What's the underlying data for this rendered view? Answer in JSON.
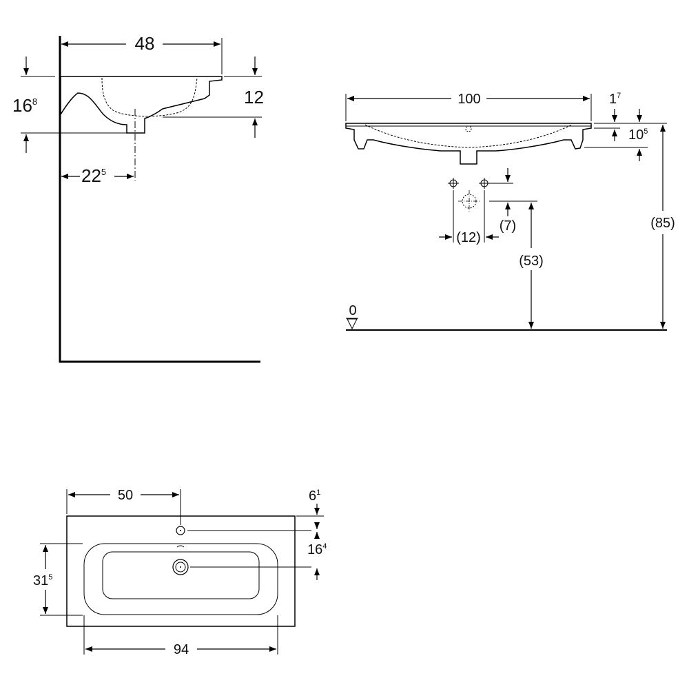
{
  "side_view": {
    "width": "48",
    "rim_height_main": "16",
    "rim_height_sup": "8",
    "bowl_drop": "12",
    "waste_offset_main": "22",
    "waste_offset_sup": "5"
  },
  "front_view": {
    "width": "100",
    "rim_thickness_main": "1",
    "rim_thickness_sup": "7",
    "bowl_depth_main": "10",
    "bowl_depth_sup": "5",
    "tap_spacing": "(12)",
    "tap_offset": "(7)",
    "waste_height": "(53)",
    "total_height": "(85)",
    "floor_level": "0"
  },
  "top_view": {
    "tap_position": "50",
    "tap_hole_offset_main": "6",
    "tap_hole_offset_sup": "1",
    "waste_offset_main": "16",
    "waste_offset_sup": "4",
    "depth_main": "31",
    "depth_sup": "5",
    "bowl_width": "94"
  }
}
